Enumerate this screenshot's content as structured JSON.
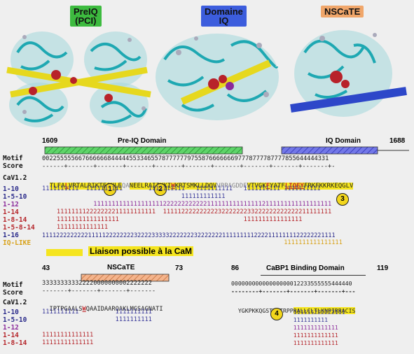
{
  "panels": {
    "preiq_title": "PreIQ",
    "preiq_sub": "(PCI)",
    "iq_title": "Domaine",
    "iq_sub": "IQ",
    "nscate_title": "NSCaTE"
  },
  "top": {
    "start_num": "1609",
    "end_num": "1688",
    "preiq_domain": "Pre-IQ Domain",
    "iq_domain": "IQ Domain",
    "motif_label_1": "Motif",
    "motif_label_2": "Score",
    "motif_scores": "0022555556676666668444445533465578777777975587666666697778777787777855644444331",
    "ruler": "------+-------+-------+-------+-------+-------+-------+-------+-------+-------+-",
    "cav_label": "CaV1.2",
    "seq_a": "TLFA",
    "seq_b": "L",
    "seq_c": "VRTALRIKTEGNLE",
    "seq_d": "QA",
    "seq_e": "NEELRAIIKKI",
    "seq_f": "W",
    "seq_g": "KRTSMKLLDQV",
    "seq_h": "VPPAGDDE",
    "seq_i": "VTVGK",
    "seq_j": "F",
    "seq_k": "YATF",
    "seq_l": "LIQE",
    "seq_m": "Y",
    "seq_n": "FRKFKKRKEQGLV",
    "rows": [
      {
        "label": "1-10",
        "text": "1111111111  1111111111       1111111111   1111111111   1111111111 1111111111"
      },
      {
        "label": "1-5-10",
        "text": "                                      111111111111"
      },
      {
        "label": "1-12",
        "text": "              11111111111111111112222222222221111111111111112111111111111111111"
      },
      {
        "label": "1-14",
        "text": "    111111112222222211111111111  1111122222222223222222233222222222222211111111"
      },
      {
        "label": "1-8-14",
        "text": "    11111111111111111                                  1111111111111111"
      },
      {
        "label": "1-5-8-14",
        "text": "    11111111111111"
      },
      {
        "label": "1-16",
        "text": "11112222222221111122222222322223333322222223222222211111111122221111111122222221111"
      },
      {
        "label": "IQ-LIKE",
        "text": "                                                                  1111111111111111"
      }
    ],
    "legend": "Liaison possible à la CaM",
    "circles": [
      "1",
      "2",
      "3"
    ]
  },
  "bottom_left": {
    "start_num": "43",
    "end_num": "73",
    "domain": "NSCaTE",
    "motif_label_1": "Motif",
    "motif_label_2": "Score",
    "motif_scores": "333333333322220000000002222222",
    "ruler": "-------+-------+-------+-------",
    "cav_label": "CaV1.2",
    "seq_a": "IPTPGAALS",
    "seq_b": "W",
    "seq_c": "QAAIDAARQAKLMGSAGNATI",
    "rows": [
      {
        "label": "1-10",
        "text": "1111111111          1111111111"
      },
      {
        "label": "1-5-10",
        "text": "                    1111111111"
      },
      {
        "label": "1-12",
        "text": ""
      },
      {
        "label": "1-14",
        "text": "11111111111111"
      },
      {
        "label": "1-8-14",
        "text": "11111111111111"
      }
    ]
  },
  "bottom_right": {
    "start_num": "86",
    "end_num": "119",
    "domain": "CaBP1 Binding Domain",
    "motif_scores": "00000000000000000012233555555444440",
    "ruler": "--------+-------+-------+-------+---",
    "seq_a": "YGKPKKQGSTTATRPP",
    "seq_b": "RALLCLTLKNPIRRACIS",
    "rows": [
      {
        "text": "                  111111222222111"
      },
      {
        "text": "                  1111111111"
      },
      {
        "text": "                  1111111111111"
      },
      {
        "text": "                  1111111111111"
      },
      {
        "text": "                  1111111111111"
      }
    ],
    "circle": "4"
  },
  "colors": {
    "preiq_bg": "#3dbb3f",
    "iq_bg": "#3c5ddd",
    "nscate_bg": "#f0a66a",
    "highlight": "#f5e51f",
    "protein_cyan": "#3fb6bf",
    "red_mark": "#c0282c"
  }
}
